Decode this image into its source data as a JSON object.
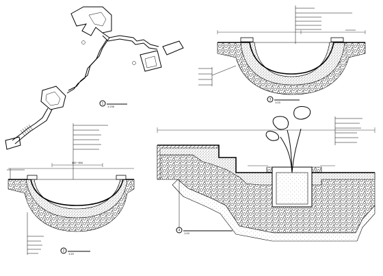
{
  "sheet": {
    "background": "#ffffff",
    "ink": "#000000"
  },
  "figures": [
    {
      "id": "1",
      "name": "site-plan",
      "number_label": "1",
      "title": "",
      "scale": "1:150"
    },
    {
      "id": "2",
      "name": "section-pond-small",
      "number_label": "2",
      "title": "",
      "scale": "1:20",
      "dimension_text": "400~600"
    },
    {
      "id": "3",
      "name": "section-pond-large",
      "number_label": "3",
      "title": "",
      "scale": "1:20"
    },
    {
      "id": "4",
      "name": "section-stepped-planting",
      "number_label": "4",
      "title": "",
      "scale": "1:20"
    }
  ]
}
